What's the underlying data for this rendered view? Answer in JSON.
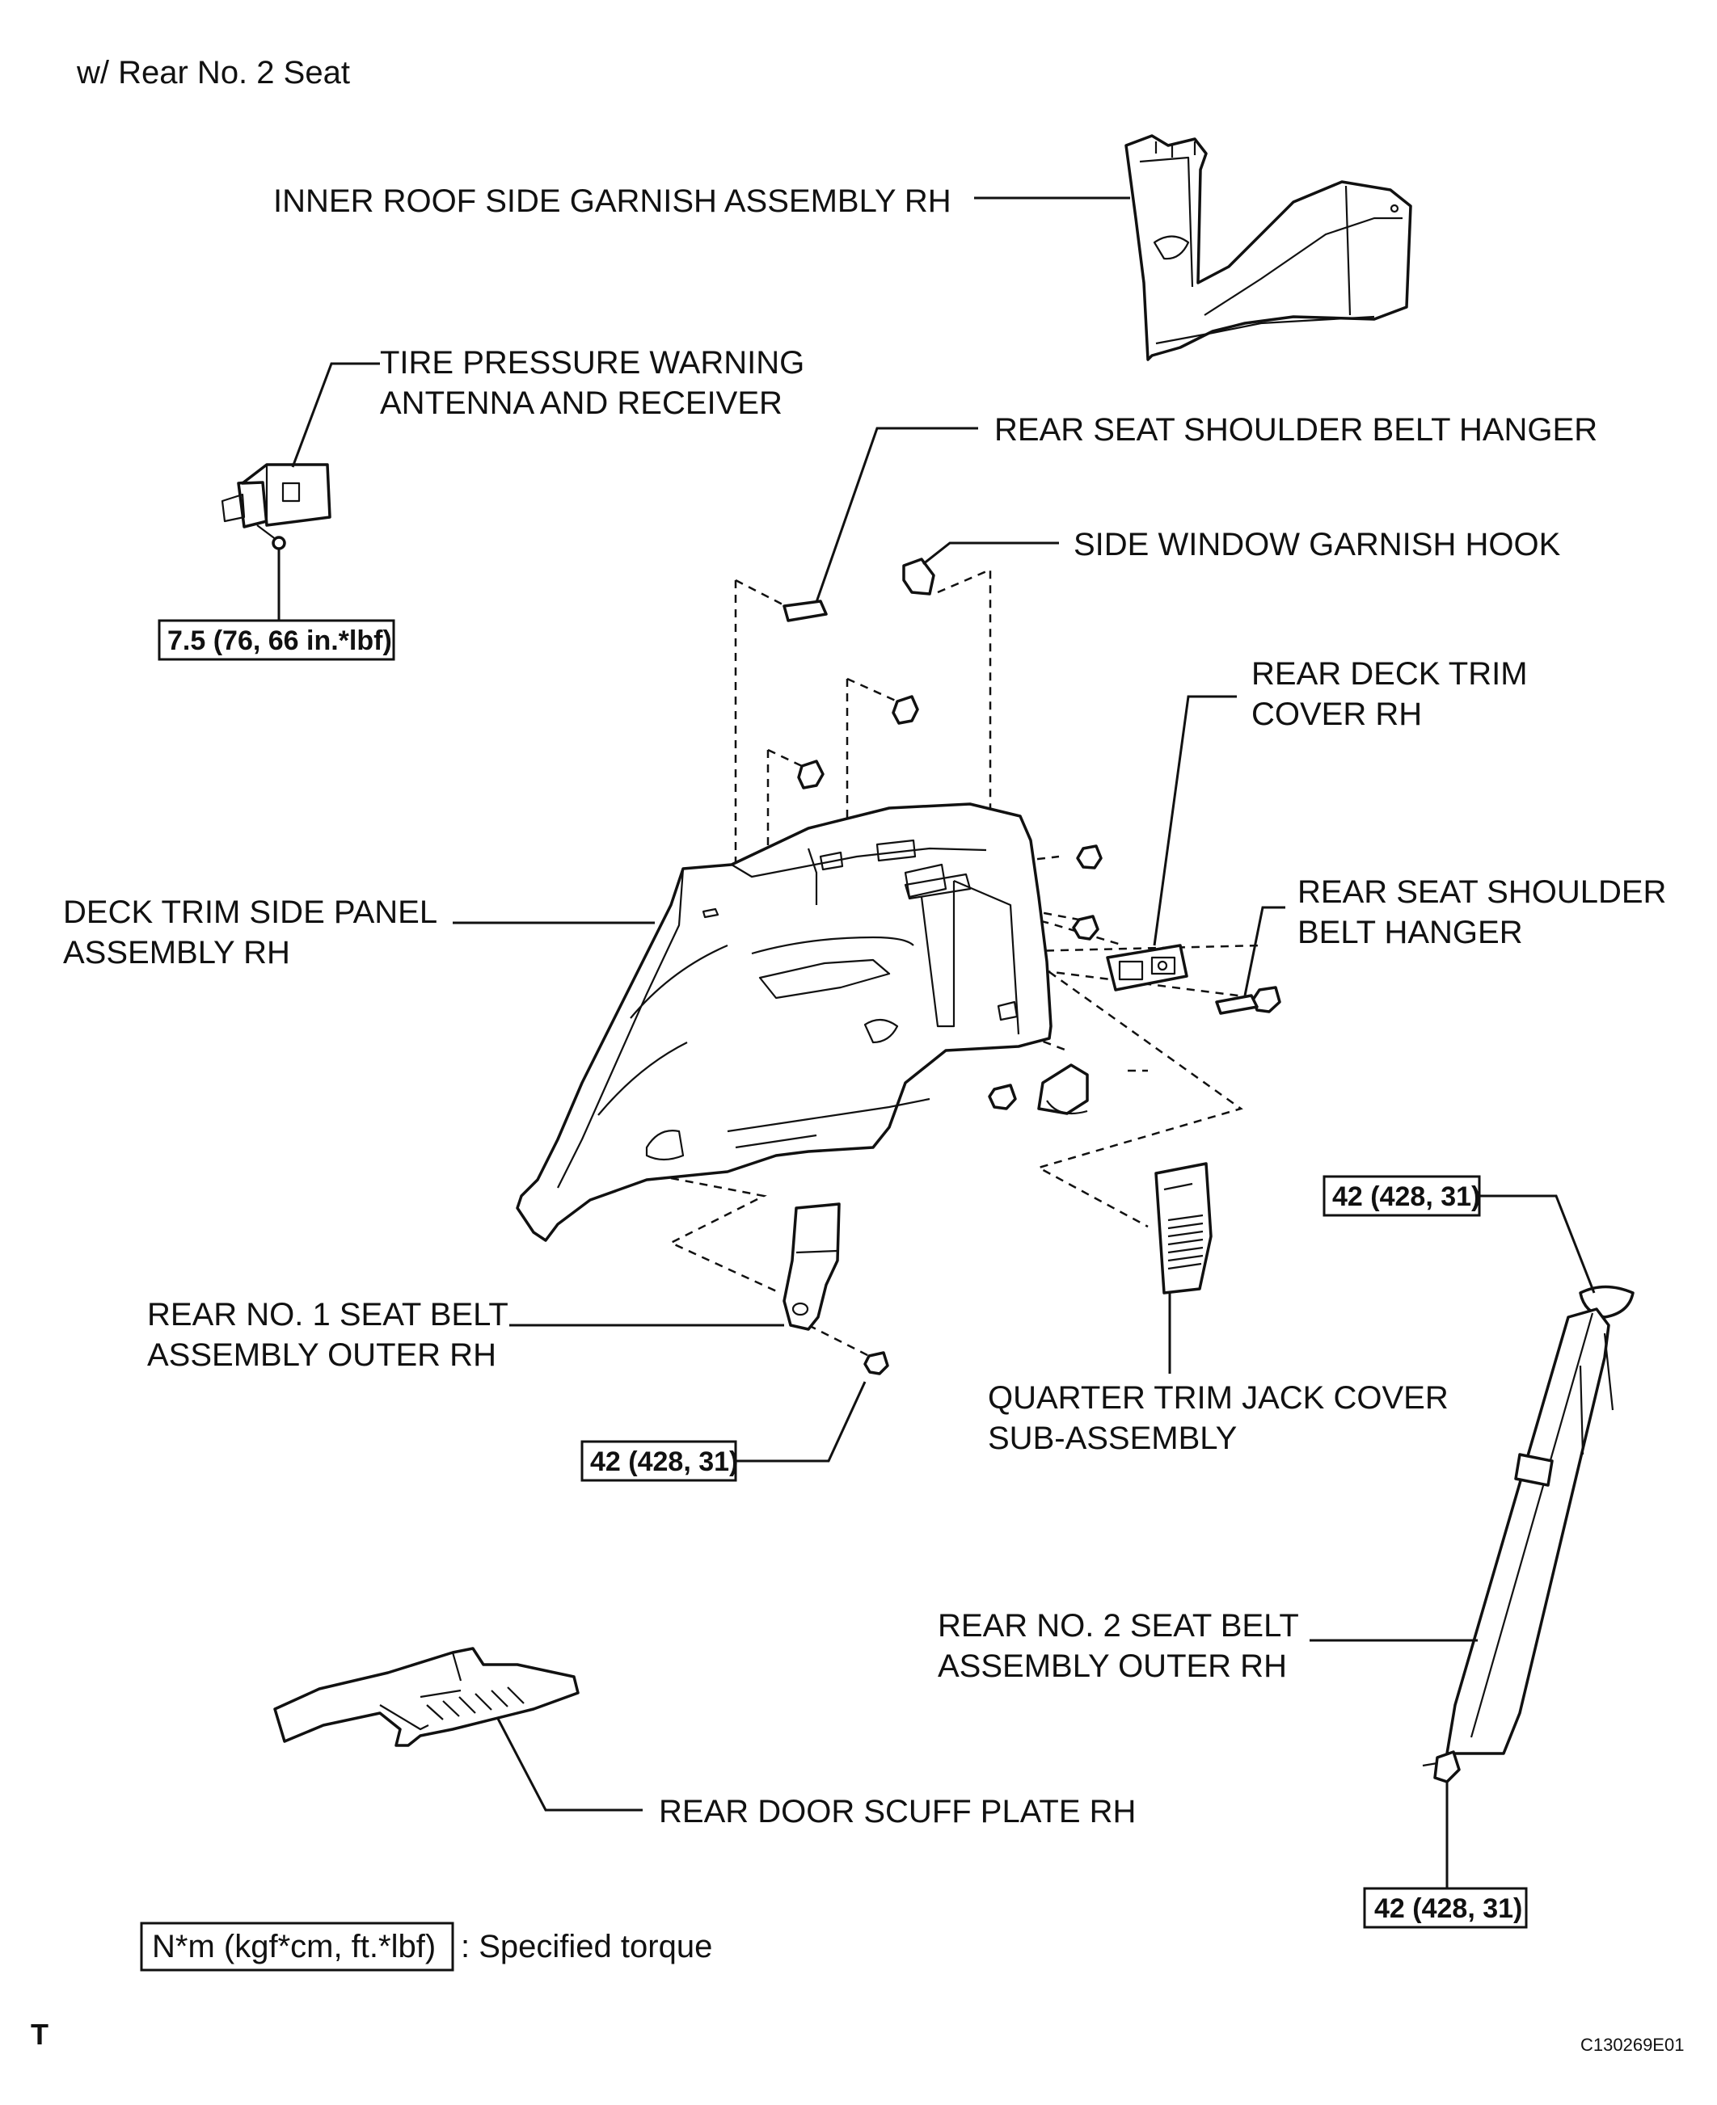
{
  "header": {
    "variant": "w/ Rear No. 2 Seat"
  },
  "labels": {
    "inner_roof_1": "INNER ROOF SIDE GARNISH ASSEMBLY RH",
    "tire_1": "TIRE PRESSURE WARNING",
    "tire_2": "ANTENNA AND RECEIVER",
    "shoulder_top_1": "REAR SEAT SHOULDER BELT HANGER",
    "side_window_1": "SIDE WINDOW GARNISH HOOK",
    "deck_cover_1": "REAR DECK TRIM",
    "deck_cover_2": "COVER RH",
    "deck_side_1": "DECK TRIM SIDE PANEL",
    "deck_side_2": "ASSEMBLY RH",
    "shoulder_right_1": "REAR SEAT SHOULDER",
    "shoulder_right_2": "BELT HANGER",
    "belt1_1": "REAR NO. 1 SEAT BELT",
    "belt1_2": "ASSEMBLY OUTER RH",
    "jack_1": "QUARTER TRIM JACK COVER",
    "jack_2": "SUB-ASSEMBLY",
    "belt2_1": "REAR NO. 2 SEAT BELT",
    "belt2_2": "ASSEMBLY OUTER RH",
    "scuff_1": "REAR DOOR SCUFF PLATE RH"
  },
  "torque": {
    "tire": "7.5 (76, 66 in.*lbf)",
    "belt1": "42 (428, 31)",
    "belt2_top": "42 (428, 31)",
    "belt2_bottom": "42 (428, 31)"
  },
  "legend": {
    "unit_box": "N*m (kgf*cm, ft.*lbf)",
    "text": ": Specified torque"
  },
  "footer": {
    "corner_mark": "T",
    "figure_code": "C130269E01"
  }
}
